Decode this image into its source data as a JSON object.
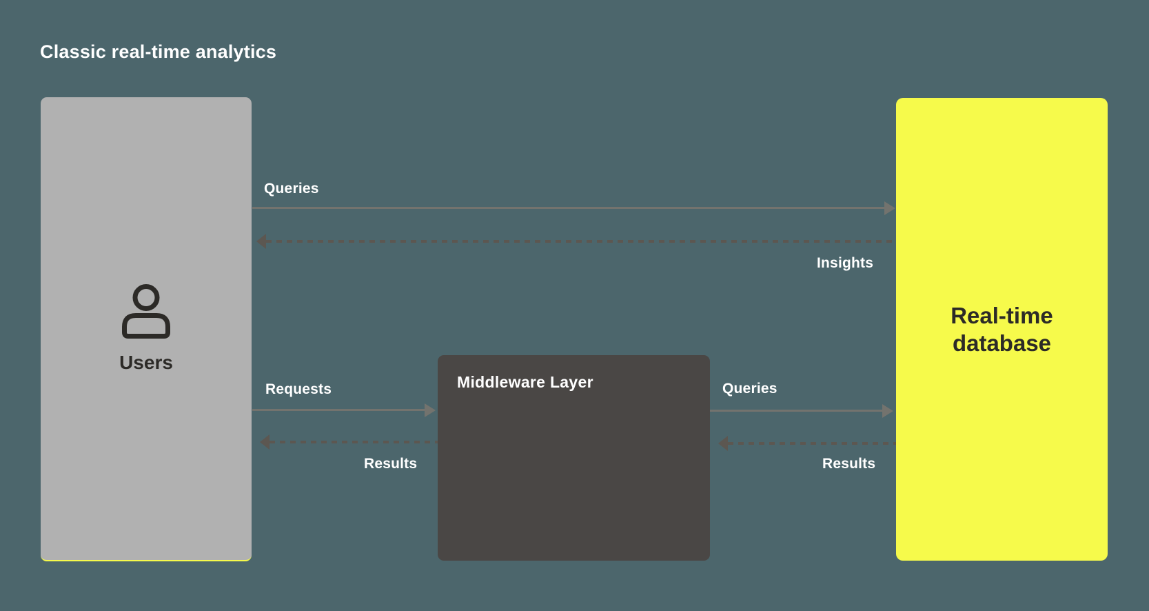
{
  "title": "Classic real-time analytics",
  "colors": {
    "background": "#4C666C",
    "users_box": "#B1B1B1",
    "users_box_underline": "#F6FA4B",
    "middleware_box": "#4A4745",
    "database_box": "#F6FA4B",
    "arrow_solid": "#73736E",
    "arrow_dashed": "#5C5751",
    "text_light": "#FFFFFF",
    "text_dark": "#2C2A27"
  },
  "nodes": {
    "users": {
      "label": "Users",
      "icon": "user-icon"
    },
    "middleware": {
      "label": "Middleware Layer"
    },
    "database": {
      "label": "Real-time database"
    }
  },
  "edges": [
    {
      "id": "users-to-database",
      "label": "Queries",
      "style": "solid",
      "direction": "right"
    },
    {
      "id": "database-to-users",
      "label": "Insights",
      "style": "dashed",
      "direction": "left"
    },
    {
      "id": "users-to-middleware",
      "label": "Requests",
      "style": "solid",
      "direction": "right"
    },
    {
      "id": "middleware-to-users",
      "label": "Results",
      "style": "dashed",
      "direction": "left"
    },
    {
      "id": "middleware-to-database",
      "label": "Queries",
      "style": "solid",
      "direction": "right"
    },
    {
      "id": "database-to-middleware",
      "label": "Results",
      "style": "dashed",
      "direction": "left"
    }
  ]
}
